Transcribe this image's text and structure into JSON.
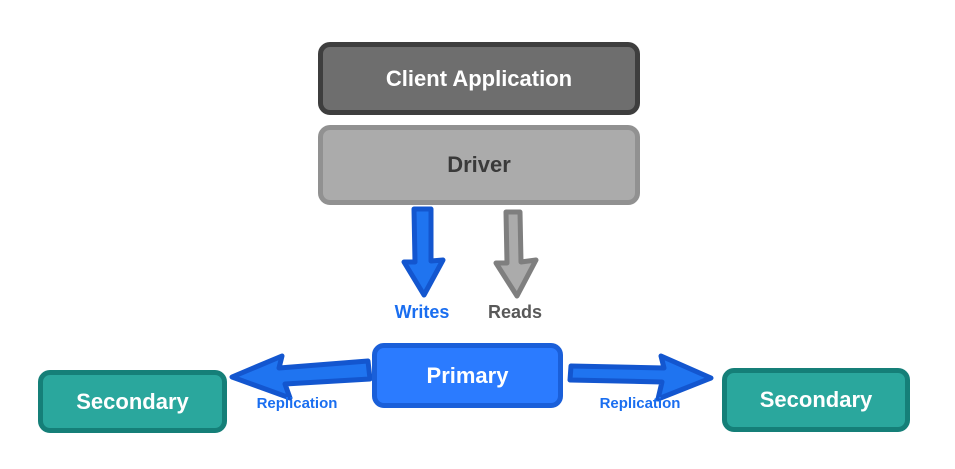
{
  "background": "#ffffff",
  "nodes": {
    "client_application": {
      "label": "Client Application",
      "fill": "#6e6e6e",
      "border": "#3e3e3e",
      "text_color": "#ffffff"
    },
    "driver": {
      "label": "Driver",
      "fill": "#ababab",
      "border": "#919191",
      "text_color": "#3a3a3a"
    },
    "primary": {
      "label": "Primary",
      "fill": "#2b7bff",
      "border": "#1a5fd9",
      "text_color": "#ffffff"
    },
    "secondary_left": {
      "label": "Secondary",
      "fill": "#2aa79d",
      "border": "#157f78",
      "text_color": "#ffffff"
    },
    "secondary_right": {
      "label": "Secondary",
      "fill": "#2aa79d",
      "border": "#157f78",
      "text_color": "#ffffff"
    }
  },
  "edges": {
    "writes": {
      "label": "Writes",
      "label_color": "#1a6ef0",
      "arrow_fill": "#1f74f0",
      "arrow_stroke": "#1356cf",
      "from": "driver",
      "to": "primary",
      "direction": "down"
    },
    "reads": {
      "label": "Reads",
      "label_color": "#595959",
      "arrow_fill": "#ababab",
      "arrow_stroke": "#7f7f7f",
      "from": "driver",
      "to": "primary",
      "direction": "down"
    },
    "replication_left": {
      "label": "Replication",
      "label_color": "#1a6ef0",
      "arrow_fill": "#1f74f0",
      "arrow_stroke": "#1356cf",
      "from": "primary",
      "to": "secondary_left",
      "direction": "left"
    },
    "replication_right": {
      "label": "Replication",
      "label_color": "#1a6ef0",
      "arrow_fill": "#1f74f0",
      "arrow_stroke": "#1356cf",
      "from": "primary",
      "to": "secondary_right",
      "direction": "right"
    }
  }
}
